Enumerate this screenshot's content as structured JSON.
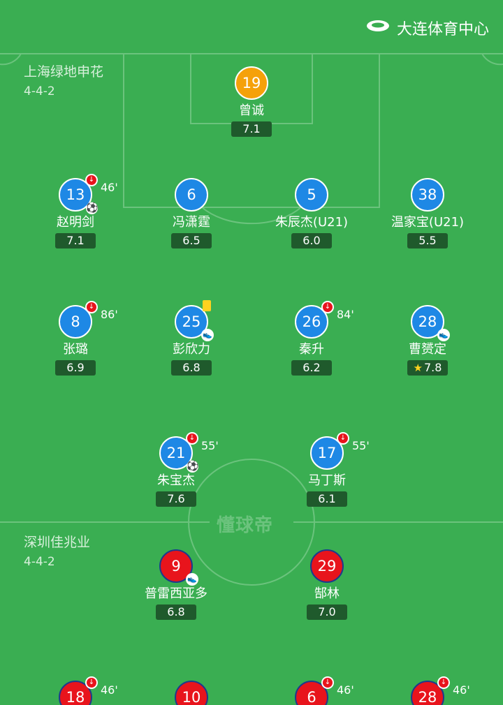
{
  "venue": {
    "name": "大连体育中心",
    "icon": "stadium-icon"
  },
  "watermark": "懂球帝",
  "home_team": {
    "name": "上海绿地申花",
    "formation": "4-4-2"
  },
  "away_team": {
    "name": "深圳佳兆业",
    "formation": "4-4-2"
  },
  "colors": {
    "pitch": "#3aae52",
    "home_player": "#1e88e5",
    "goalkeeper": "#f5a10a",
    "away_player": "#e8141c",
    "rating_bg": "#1f5a2c"
  },
  "players": [
    {
      "number": "19",
      "name": "曾诚",
      "rating": "7.1"
    },
    {
      "number": "13",
      "name": "赵明剑",
      "rating": "7.1",
      "sub_minute": "46'"
    },
    {
      "number": "6",
      "name": "冯潇霆",
      "rating": "6.5"
    },
    {
      "number": "5",
      "name": "朱辰杰(U21)",
      "rating": "6.0"
    },
    {
      "number": "38",
      "name": "温家宝(U21)",
      "rating": "5.5"
    },
    {
      "number": "8",
      "name": "张璐",
      "rating": "6.9",
      "sub_minute": "86'"
    },
    {
      "number": "25",
      "name": "彭欣力",
      "rating": "6.8"
    },
    {
      "number": "26",
      "name": "秦升",
      "rating": "6.2",
      "sub_minute": "84'"
    },
    {
      "number": "28",
      "name": "曹赟定",
      "rating": "7.8"
    },
    {
      "number": "21",
      "name": "朱宝杰",
      "rating": "7.6",
      "sub_minute": "55'"
    },
    {
      "number": "17",
      "name": "马丁斯",
      "rating": "6.1",
      "sub_minute": "55'"
    },
    {
      "number": "9",
      "name": "普雷西亚多",
      "rating": "6.8"
    },
    {
      "number": "29",
      "name": "郜林",
      "rating": "7.0"
    },
    {
      "number": "18",
      "sub_minute": "46'"
    },
    {
      "number": "10"
    },
    {
      "number": "6",
      "sub_minute": "46'"
    },
    {
      "number": "28",
      "sub_minute": "46'"
    }
  ]
}
